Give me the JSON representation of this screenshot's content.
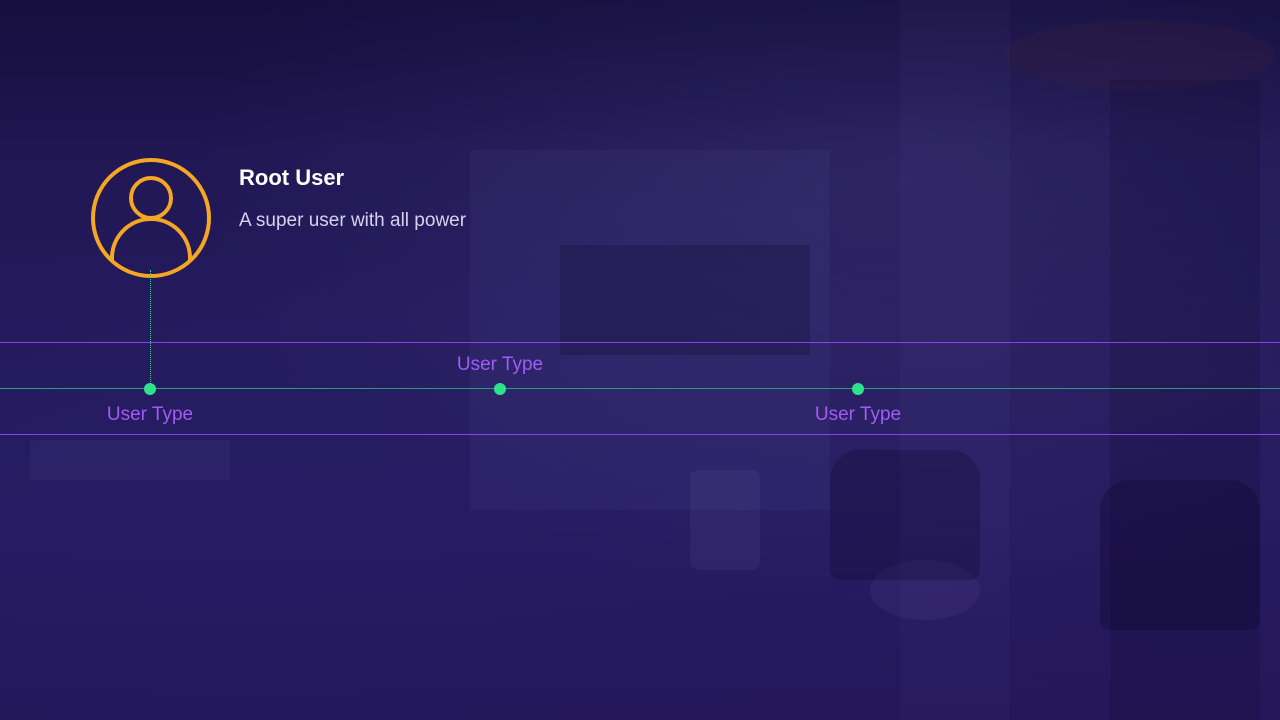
{
  "card": {
    "title": "Root User",
    "description": "A super user with all power",
    "icon": "user-avatar-icon",
    "icon_color": "#f5a623"
  },
  "timeline": {
    "nodes": [
      {
        "label": "User Type",
        "label_position": "below"
      },
      {
        "label": "User Type",
        "label_position": "above"
      },
      {
        "label": "User Type",
        "label_position": "below"
      }
    ]
  },
  "colors": {
    "background": "#241a5a",
    "band_line": "#8a3ff0",
    "axis_line": "#1f9f80",
    "node": "#2fe08c",
    "label": "#a05cf5",
    "title": "#ffffff",
    "description": "#d6d2ee"
  }
}
